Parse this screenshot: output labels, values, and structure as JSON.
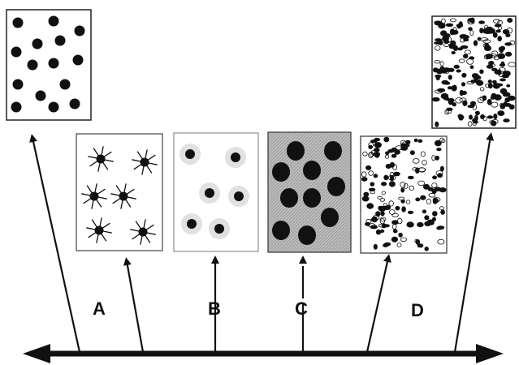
{
  "labels": {
    "a": "A",
    "b": "B",
    "c": "C",
    "d": "D"
  },
  "panels": [
    {
      "name": "panel-dispersed-dots",
      "style": "dots-on-white"
    },
    {
      "name": "panel-star-particles",
      "style": "stars"
    },
    {
      "name": "panel-haloed-particles",
      "style": "halo-dots"
    },
    {
      "name": "panel-dots-on-gray-matrix",
      "style": "dots-on-gray"
    },
    {
      "name": "panel-mixed-network",
      "style": "mixed-network"
    },
    {
      "name": "panel-dense-network",
      "style": "dense-network"
    }
  ],
  "colors": {
    "ink": "#111111",
    "matrix_gray": "#bdbdbd",
    "halo": "#c8c8c8"
  }
}
